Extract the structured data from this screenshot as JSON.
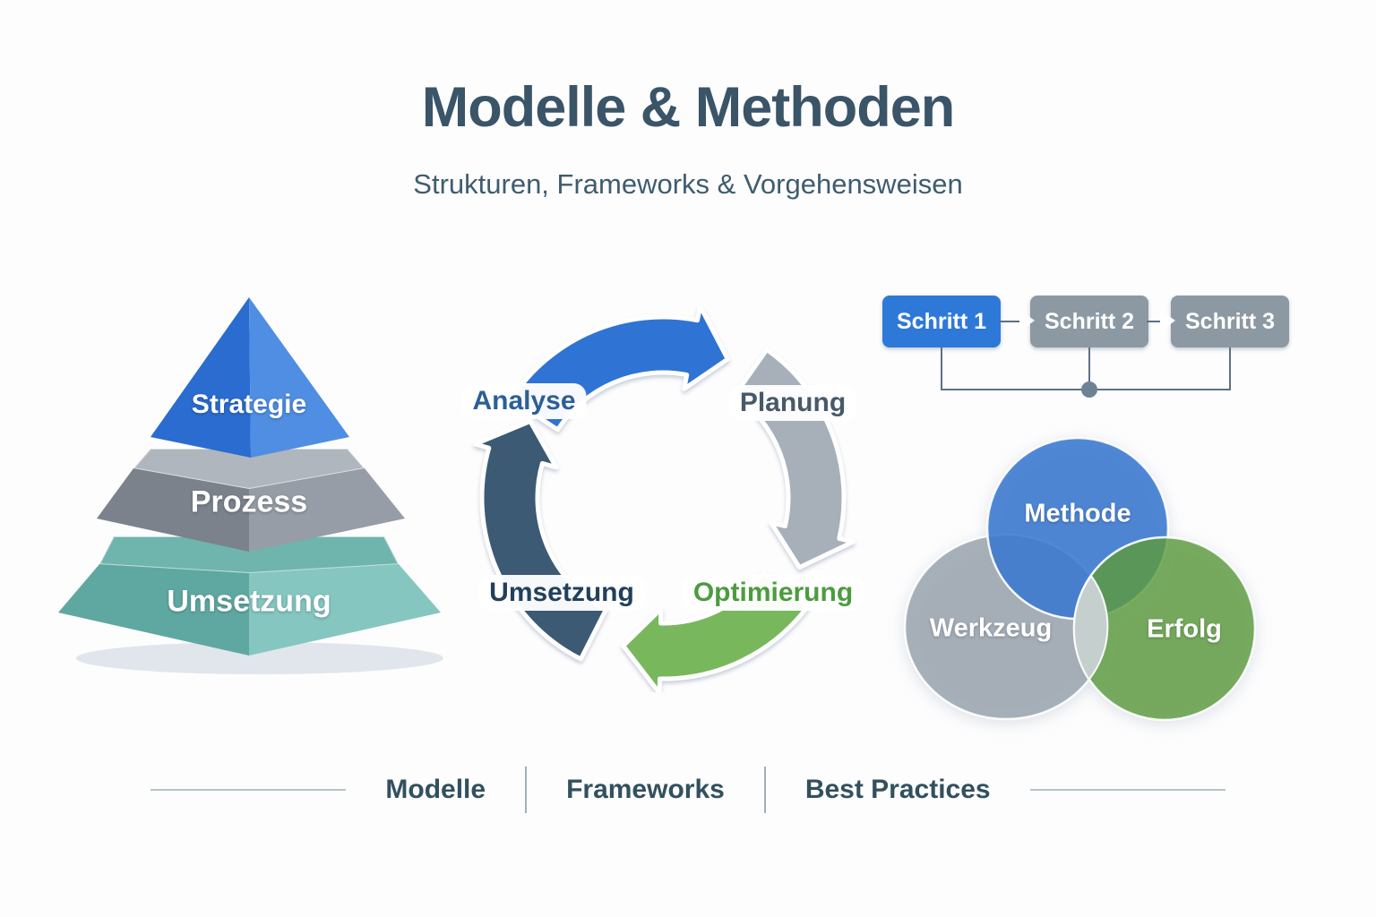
{
  "header": {
    "title": "Modelle & Methoden",
    "subtitle": "Strukturen, Frameworks & Vorgehensweisen",
    "title_color": "#3a5468"
  },
  "pyramid": {
    "levels": [
      {
        "label": "Strategie",
        "color_left": "#2a6cd0",
        "color_right": "#4f8ee2",
        "lid": "#3f7fda"
      },
      {
        "label": "Prozess",
        "color_left": "#7b828c",
        "color_right": "#969da6",
        "lid": "#b0b6bd"
      },
      {
        "label": "Umsetzung",
        "color_left": "#5fa8a1",
        "color_right": "#85c6c0",
        "lid": "#6fb4ad"
      }
    ]
  },
  "cycle": {
    "arrows": [
      {
        "label": "Analyse",
        "color": "#2f74d4",
        "label_color": "#2d5f96",
        "arc": [
          303,
          371
        ],
        "tip": 385
      },
      {
        "label": "Planung",
        "color": "#a7b0b9",
        "label_color": "#47596b",
        "arc": [
          35,
          103
        ],
        "tip": 117
      },
      {
        "label": "Optimierung",
        "color": "#79b75c",
        "label_color": "#4d9b40",
        "arc": [
          127,
          181
        ],
        "tip": 195
      },
      {
        "label": "Umsetzung",
        "color": "#3c5a74",
        "label_color": "#21405d",
        "arc": [
          207,
          286
        ],
        "tip": 300
      }
    ]
  },
  "flowchart": {
    "steps": [
      {
        "label": "Schritt 1",
        "color": "#2e79d8"
      },
      {
        "label": "Schritt 2",
        "color": "#8d99a2"
      },
      {
        "label": "Schritt 3",
        "color": "#8d99a2"
      }
    ],
    "connector_color": "#5d7183",
    "dot_color": "#6e8296"
  },
  "venn": {
    "circles": [
      {
        "label": "Methode",
        "color": "#3a79d0"
      },
      {
        "label": "Werkzeug",
        "color": "#9da7b0"
      },
      {
        "label": "Erfolg",
        "color": "#5d9b3e"
      }
    ],
    "center_color": "#ccd3d7"
  },
  "footer": {
    "items": [
      "Modelle",
      "Frameworks",
      "Best Practices"
    ]
  }
}
